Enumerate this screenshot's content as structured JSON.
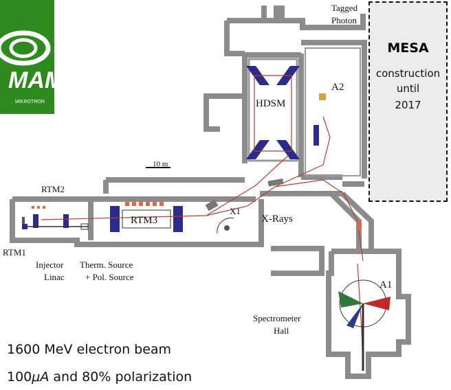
{
  "logo": {
    "text": "MAMI",
    "subtext": "MIKROTRON",
    "color": "#2e8a1e"
  },
  "labels": {
    "tagged": "Tagged",
    "photon": "Photon",
    "a2": "A2",
    "hdsm": "HDSM",
    "scale": "10 m",
    "rtm2": "RTM2",
    "rtm3": "RTM3",
    "x1": "X1",
    "xrays": "X-Rays",
    "rtm1": "RTM1",
    "injector": "Injector",
    "linac": "Linac",
    "therm_source": "Therm. Source",
    "pol_source": "+ Pol. Source",
    "a1": "A1",
    "spectrometer": "Spectrometer",
    "hall": "Hall"
  },
  "mesa": {
    "title": "MESA",
    "line1": "construction",
    "line2": "until",
    "line3": "2017"
  },
  "beam_info": {
    "energy": "1600 MeV electron beam",
    "current_prefix": "100",
    "current_unit": "μA",
    "current_suffix": " and 80% polarization"
  },
  "colors": {
    "wall": "#8c8c8c",
    "magnet": "#2b2b8a",
    "beamline": "#c0392b",
    "spectrometer_red": "#c0282b",
    "spectrometer_green": "#2f7a3a",
    "spectrometer_blue": "#2b3b8a"
  }
}
